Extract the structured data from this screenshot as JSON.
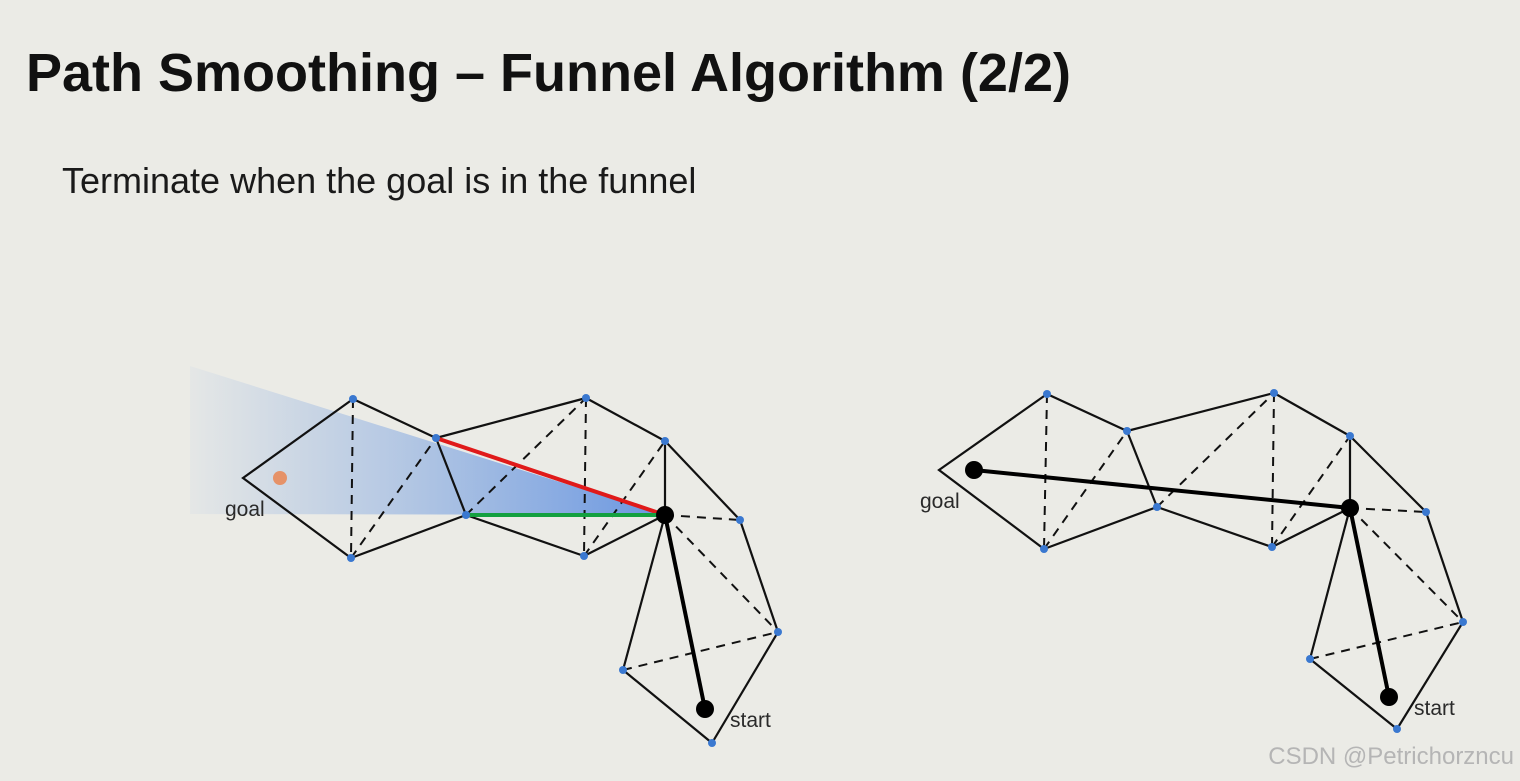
{
  "slide": {
    "title": "Path Smoothing – Funnel Algorithm (2/2)",
    "subtitle": "Terminate when the goal is in the funnel"
  },
  "left_diagram": {
    "goal_label": "goal",
    "start_label": "start"
  },
  "right_diagram": {
    "goal_label": "goal",
    "start_label": "start"
  },
  "watermark": "CSDN @Petrichorzncu",
  "colors": {
    "background": "#ebebe6",
    "vertex": "#3a78d0",
    "funnel_fill": "#6f9be0",
    "funnel_left_edge": "#e01a1a",
    "funnel_right_edge": "#13a040",
    "goal_marker": "#e88a5a",
    "path": "#000000"
  }
}
